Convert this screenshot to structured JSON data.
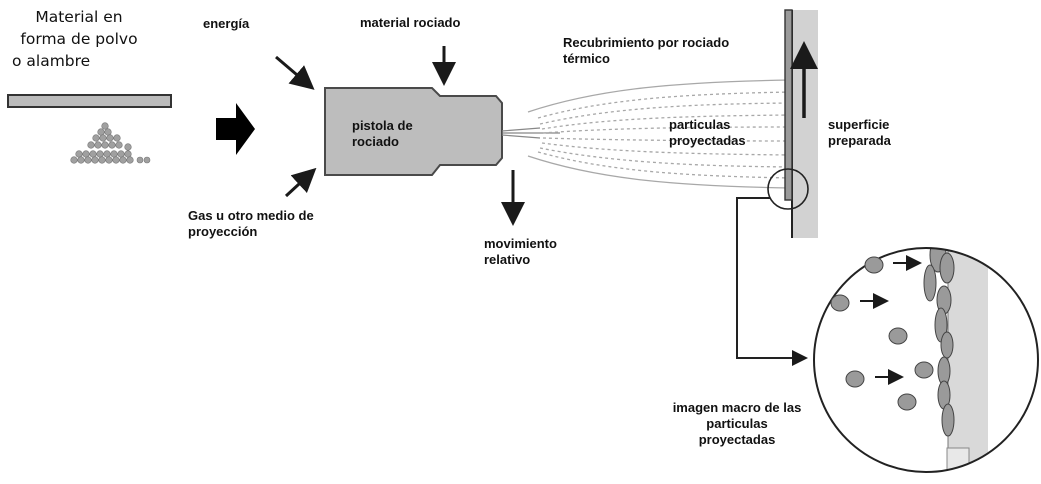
{
  "labels": {
    "material_line1": "Material en",
    "material_line2": "forma de polvo",
    "material_line3": "o alambre",
    "energia": "energía",
    "material_rociado": "material rociado",
    "recubrimiento_line1": "Recubrimiento por rociado",
    "recubrimiento_line2": "térmico",
    "pistola_line1": "pistola de",
    "pistola_line2": "rociado",
    "particulas_line1": "particulas",
    "particulas_line2": "proyectadas",
    "superficie_line1": "superficie",
    "superficie_line2": "preparada",
    "gas_line1": "Gas u otro medio  de",
    "gas_line2": "proyección",
    "movimiento_line1": "movimiento",
    "movimiento_line2": "relativo",
    "macro_line1": "imagen macro de las",
    "macro_line2": "particulas",
    "macro_line3": "proyectadas"
  },
  "colors": {
    "gun_fill": "#bdbdbd",
    "particle_fill": "#a8a8a8",
    "substrate_fill": "#cfcfcf",
    "stroke": "#2a2a2a"
  }
}
